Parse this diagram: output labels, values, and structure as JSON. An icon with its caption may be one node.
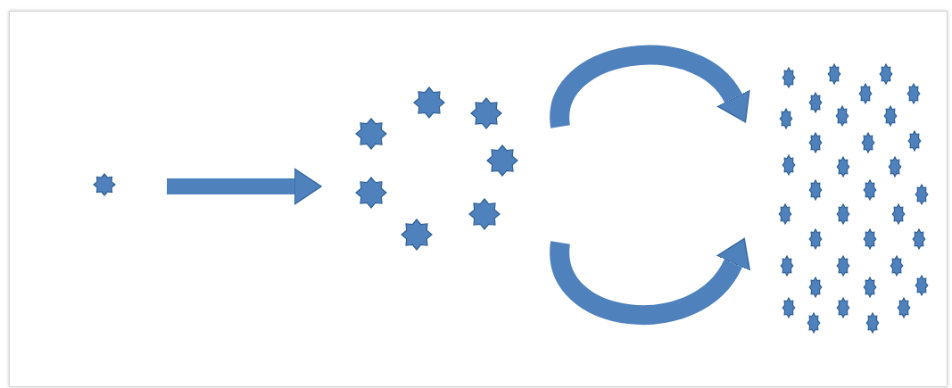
{
  "diagram": {
    "nodes": [
      {
        "text": [],
        "shape": "star"
      },
      {
        "text": [],
        "shape": "star"
      },
      {
        "text": [],
        "shape": "star"
      }
    ],
    "edges": [
      {
        "from": 0,
        "to": 1,
        "arrow": "to"
      },
      {
        "from": 1,
        "to": 2,
        "arrow": "to"
      },
      {
        "from": 1,
        "to": 2,
        "arrow": "to"
      }
    ]
  }
}
